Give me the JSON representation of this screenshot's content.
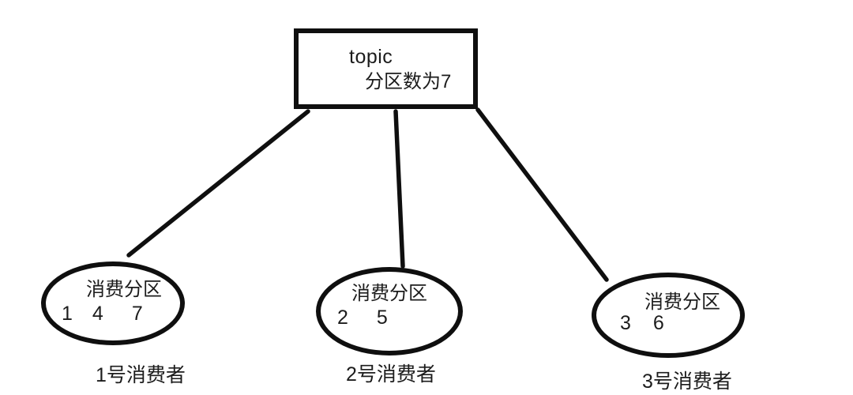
{
  "diagram": {
    "topic": {
      "title": "topic",
      "subtitle": "分区数为7"
    },
    "consumers": [
      {
        "group_label": "消费分区",
        "partitions": [
          1,
          4,
          7
        ],
        "name": "1号消费者"
      },
      {
        "group_label": "消费分区",
        "partitions": [
          2,
          5
        ],
        "name": "2号消费者"
      },
      {
        "group_label": "消费分区",
        "partitions": [
          3,
          6
        ],
        "name": "3号消费者"
      }
    ],
    "colors": {
      "stroke": "#0f0f0f",
      "text": "#1c1c1c",
      "background": "#ffffff"
    }
  }
}
